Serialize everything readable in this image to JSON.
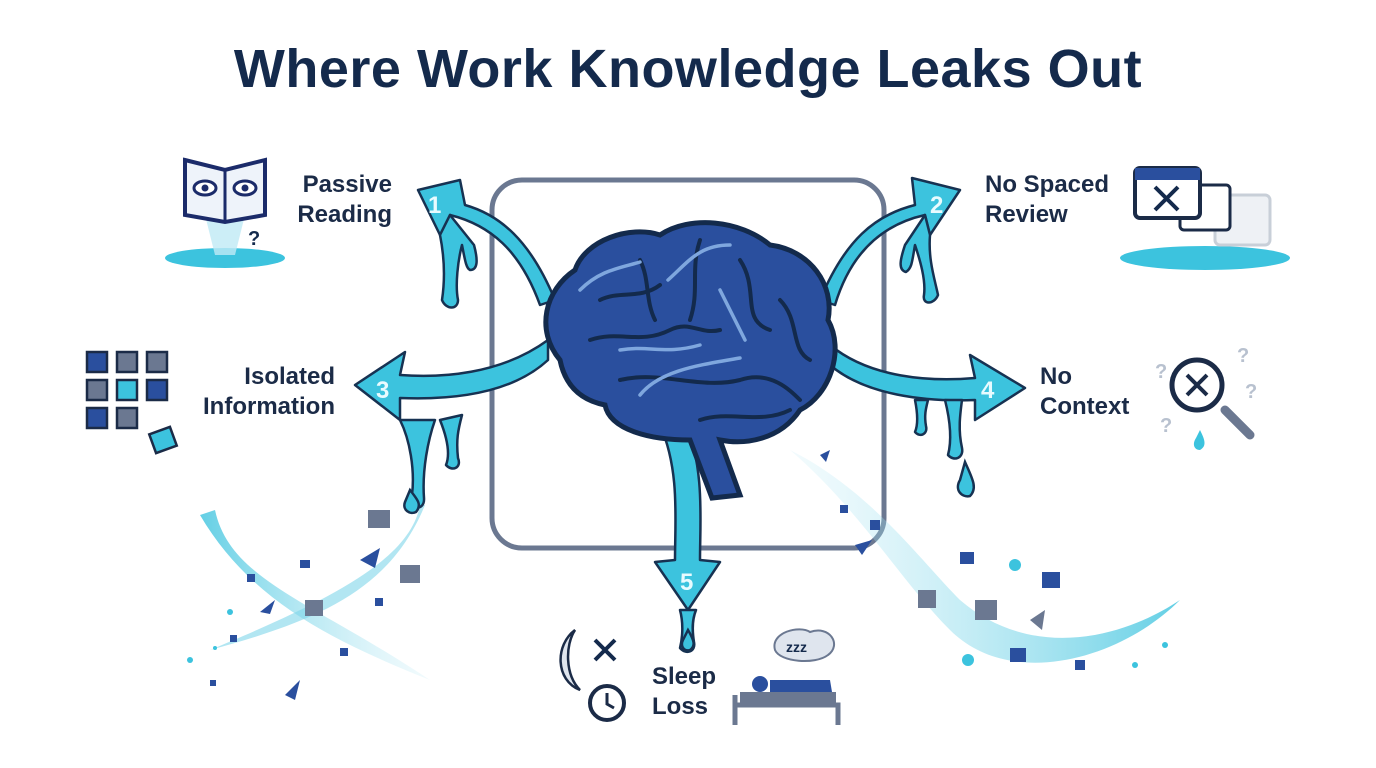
{
  "title": "Where Work Knowledge Leaks Out",
  "leaks": [
    {
      "number": "1",
      "line1": "Passive",
      "line2": "Reading",
      "icon": "open-book-eyes-icon"
    },
    {
      "number": "2",
      "line1": "No Spaced",
      "line2": "Review",
      "icon": "calendar-missed-icon"
    },
    {
      "number": "3",
      "line1": "Isolated",
      "line2": "Information",
      "icon": "puzzle-pieces-icon"
    },
    {
      "number": "4",
      "line1": "No",
      "line2": "Context",
      "icon": "magnifier-confused-icon"
    },
    {
      "number": "5",
      "line1": "Sleep",
      "line2": "Loss",
      "icon": "alarm-bed-icon"
    }
  ],
  "icon_text": {
    "question": "?",
    "zzz": "zzz"
  },
  "colors": {
    "navy": "#142a4c",
    "brain": "#2a4f9e",
    "water": "#3cc3de",
    "frame": "#6b7891"
  }
}
